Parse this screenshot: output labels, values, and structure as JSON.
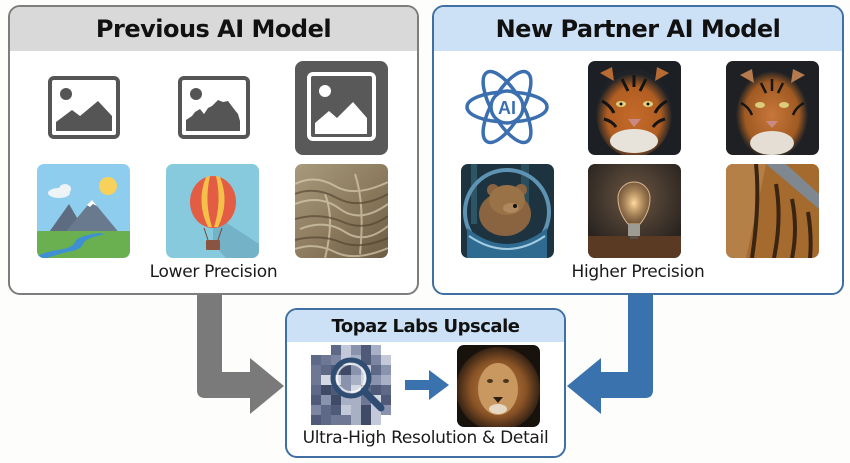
{
  "previous_model": {
    "title": "Previous AI Model",
    "caption": "Lower Precision",
    "tiles": [
      {
        "name": "image-placeholder-icon"
      },
      {
        "name": "image-placeholder-jagged-icon"
      },
      {
        "name": "image-placeholder-inverted-icon"
      },
      {
        "name": "mountain-landscape-illustration"
      },
      {
        "name": "hot-air-balloon-illustration"
      },
      {
        "name": "fur-texture-photo"
      }
    ],
    "colors": {
      "border": "#7d7d7d",
      "header": "#d9d9d9",
      "arrow": "#7a7a7a"
    }
  },
  "new_model": {
    "title": "New Partner AI Model",
    "caption": "Higher Precision",
    "ai_badge": "AI",
    "tiles": [
      {
        "name": "ai-atom-icon"
      },
      {
        "name": "tiger-portrait-photo"
      },
      {
        "name": "tiger-portrait-photo-2"
      },
      {
        "name": "bear-in-bubble-photo"
      },
      {
        "name": "light-bulb-photo"
      },
      {
        "name": "tiger-fur-texture-photo"
      }
    ],
    "colors": {
      "border": "#3f6fa3",
      "header": "#cce0f6",
      "arrow": "#3a72ad"
    }
  },
  "upscale": {
    "title": "Topaz Labs Upscale",
    "caption": "Ultra-High Resolution & Detail",
    "input": "pixelated-image-with-magnifier",
    "output": "lion-portrait-photo"
  }
}
